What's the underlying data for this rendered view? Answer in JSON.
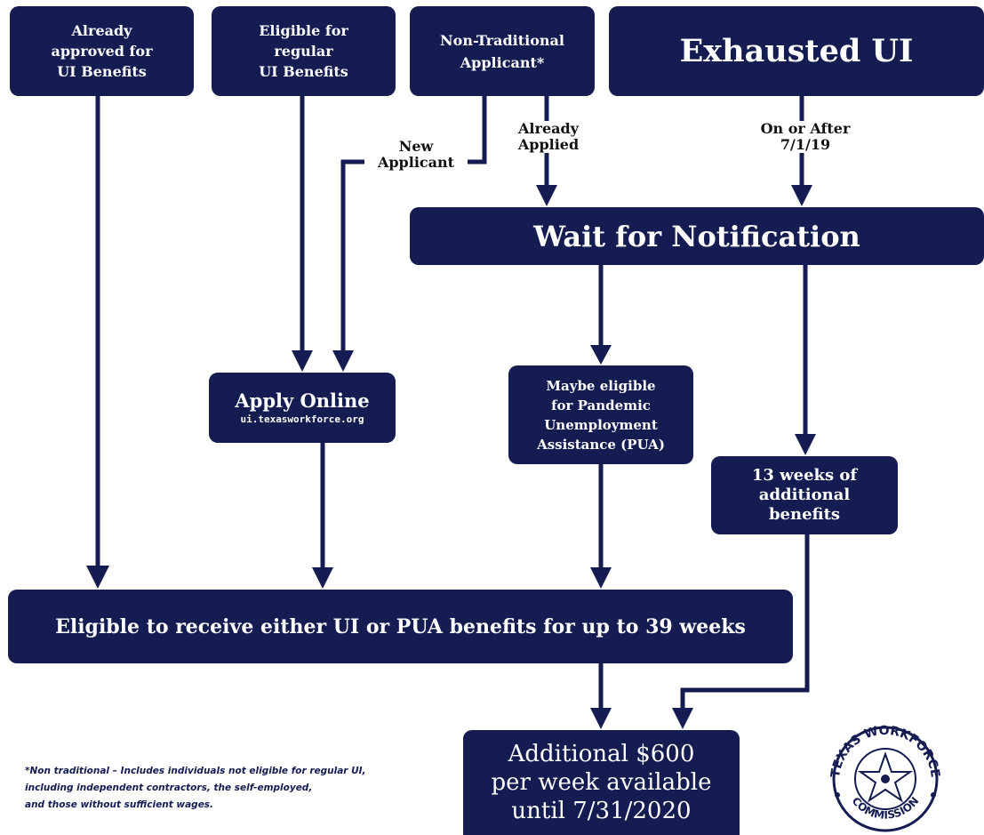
{
  "colors": {
    "box": "#141c52",
    "text": "#ffffff",
    "line": "#141c52",
    "background": "#ffffff"
  },
  "boxes": {
    "already_approved": "Already\napproved for\nUI Benefits",
    "eligible_regular": "Eligible for\nregular\nUI Benefits",
    "non_traditional": "Non-Traditional\nApplicant*",
    "exhausted": "Exhausted UI",
    "wait": "Wait for Notification",
    "apply_title": "Apply Online",
    "apply_url": "ui.texasworkforce.org",
    "pua": "Maybe eligible\nfor Pandemic\nUnemployment\nAssistance (PUA)",
    "weeks13": "13 weeks of\nadditional\nbenefits",
    "eligible39": "Eligible to receive either UI or PUA benefits for up to 39 weeks",
    "additional600": "Additional $600\nper week available\nuntil 7/31/2020"
  },
  "labels": {
    "new_applicant": "New\nApplicant",
    "already_applied": "Already\nApplied",
    "on_or_after": "On or After\n7/1/19"
  },
  "footnote": "*Non traditional – Includes individuals not eligible for regular UI,\nincluding independent contractors, the self-employed,\nand those without sufficient wages.",
  "seal": {
    "text_top": "TEXAS WORKFORCE",
    "text_bottom": "COMMISSION",
    "icon": "star-icon"
  }
}
